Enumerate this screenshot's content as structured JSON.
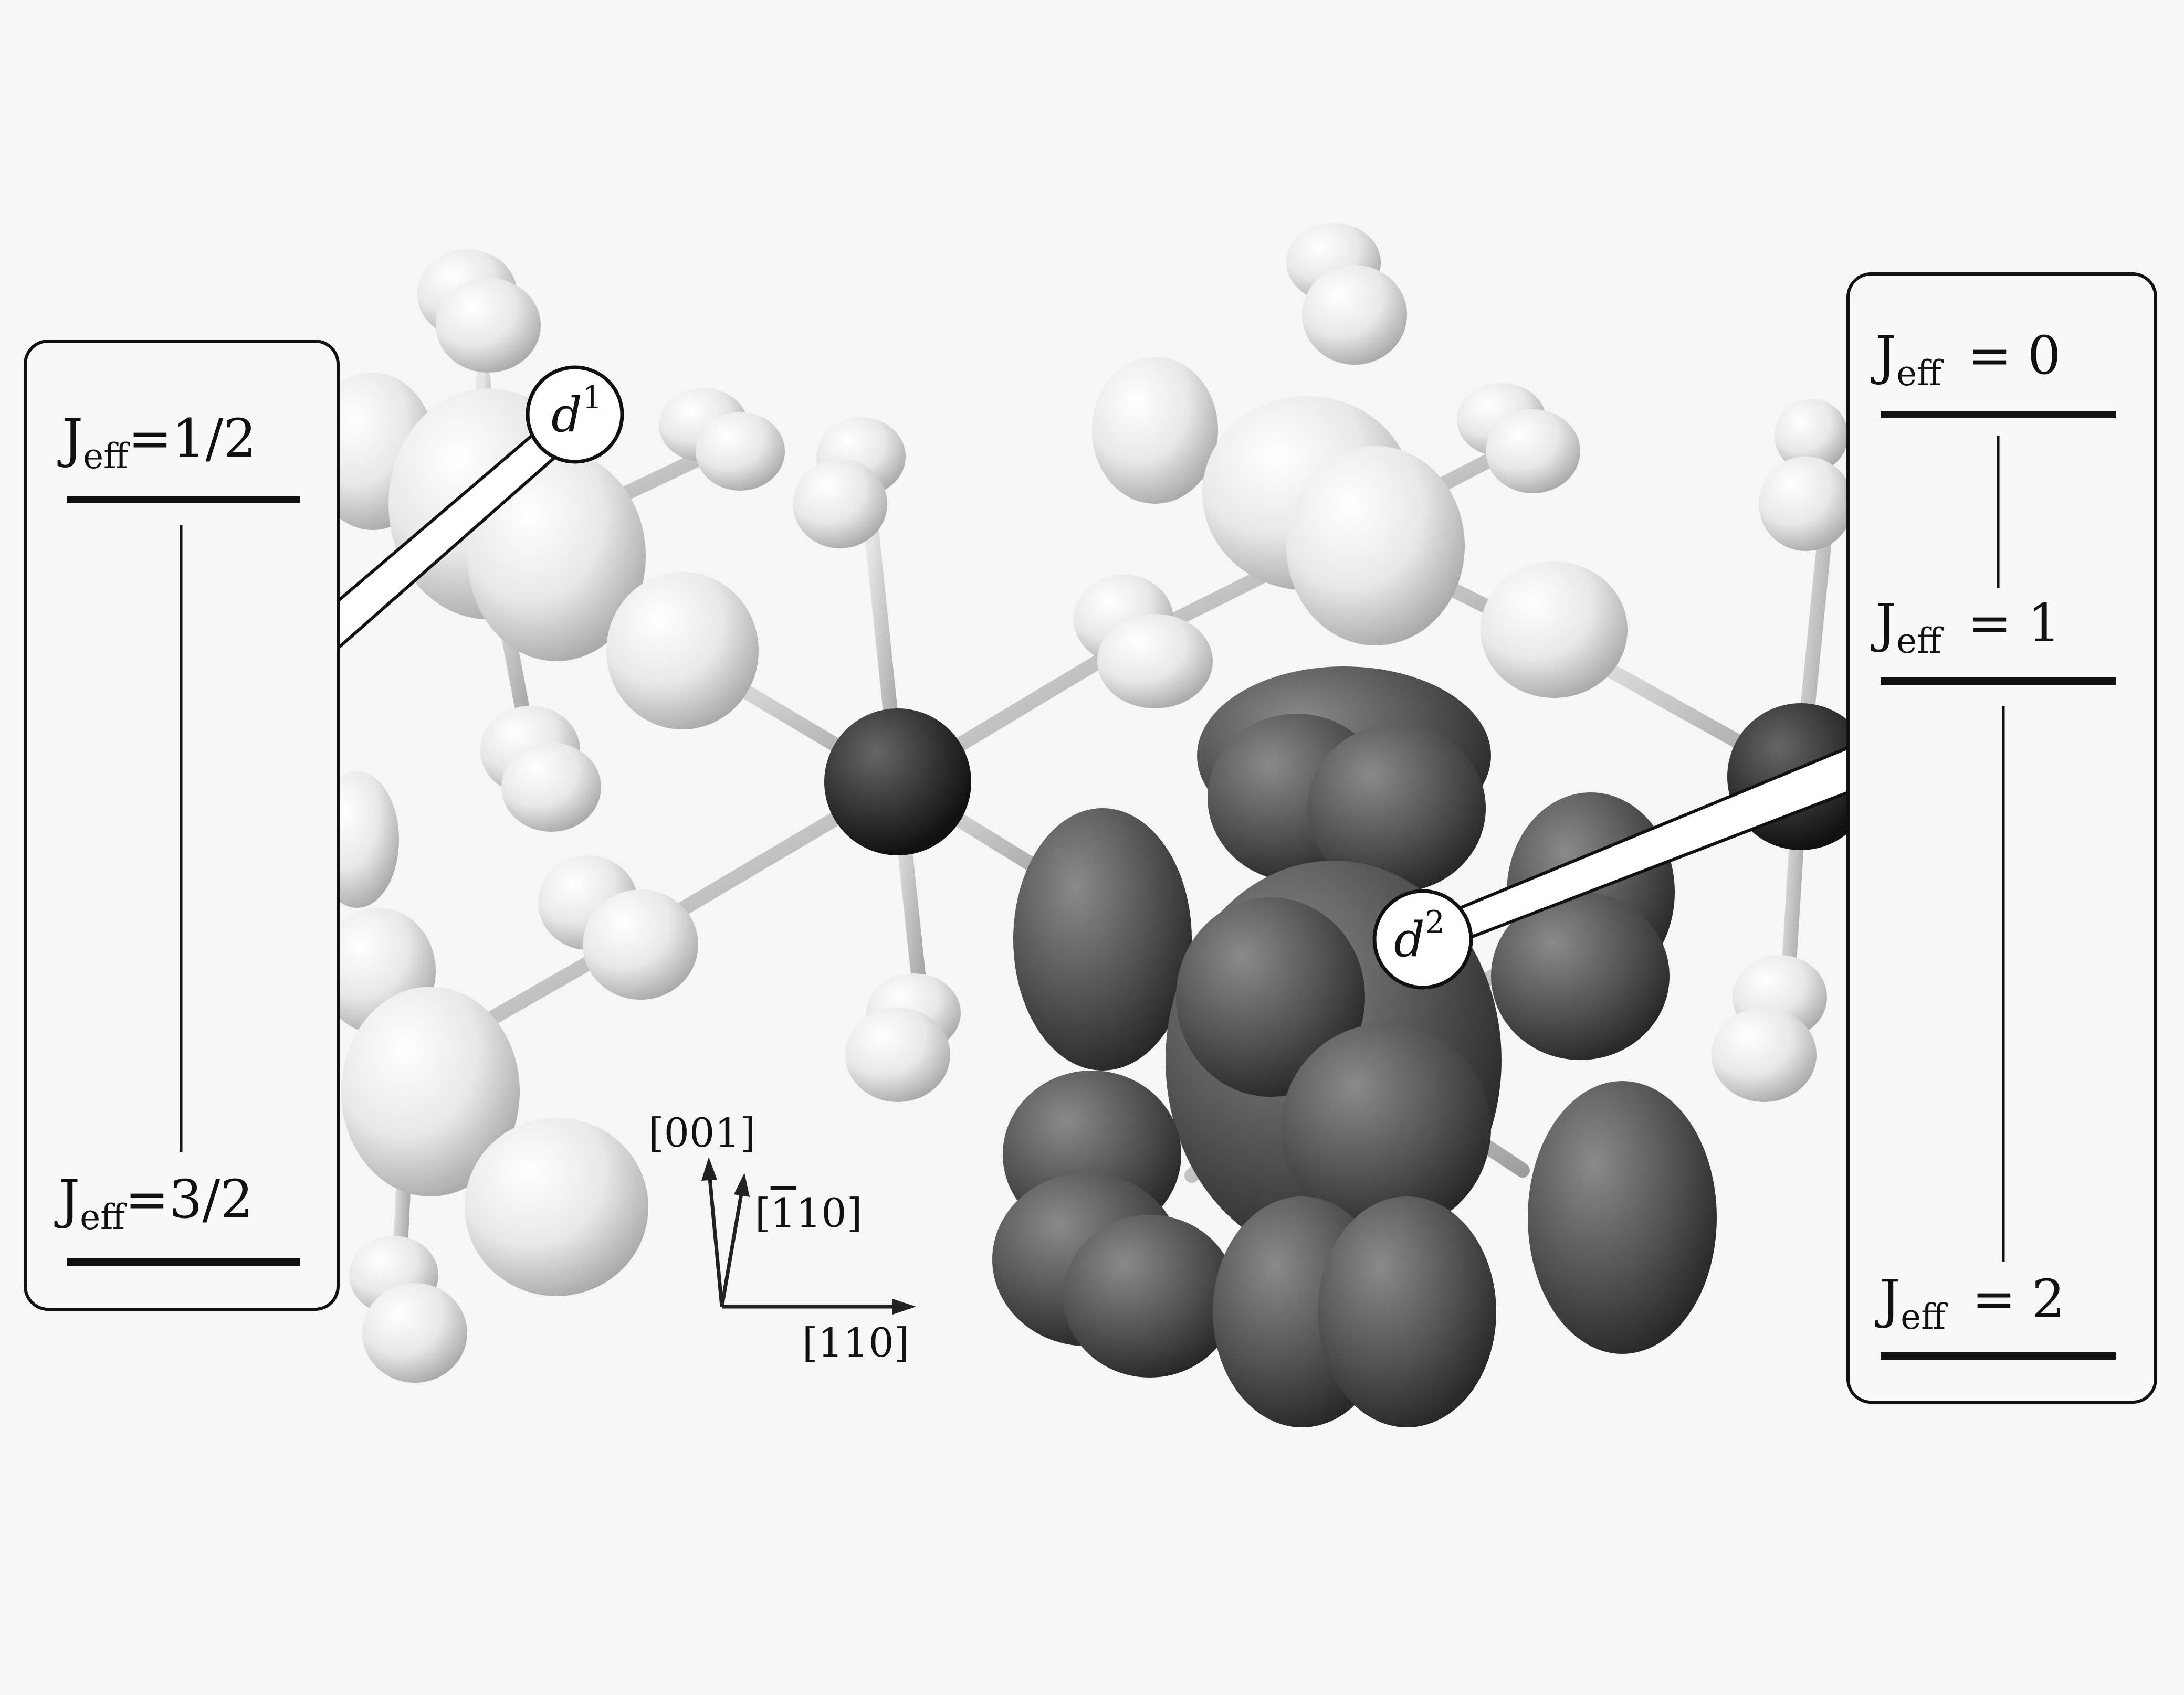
{
  "left_panel": {
    "label": "d",
    "label_sup": "1",
    "levels": [
      {
        "j_symbol": "J",
        "j_sub": "eff",
        "relation": "=",
        "value": "1/2"
      },
      {
        "j_symbol": "J",
        "j_sub": "eff",
        "relation": "=",
        "value": "3/2"
      }
    ]
  },
  "right_panel": {
    "label": "d",
    "label_sup": "2",
    "levels": [
      {
        "j_symbol": "J",
        "j_sub": "eff",
        "relation": "=",
        "value": "0"
      },
      {
        "j_symbol": "J",
        "j_sub": "eff",
        "relation": "=",
        "value": "1"
      },
      {
        "j_symbol": "J",
        "j_sub": "eff",
        "relation": "=",
        "value": "2"
      }
    ]
  },
  "axes": {
    "vertical": "[001]",
    "diagonal": "[1̅",
    "diagonal_rest": "10]",
    "horizontal": "[110]"
  },
  "colors": {
    "background": "#f6f6f6",
    "light_orbital": "#e4e4e4",
    "dark_orbital": "#4a4a4a",
    "metal_atom": "#222222",
    "bond": "#c8c8c8",
    "panel_border": "#111111"
  }
}
